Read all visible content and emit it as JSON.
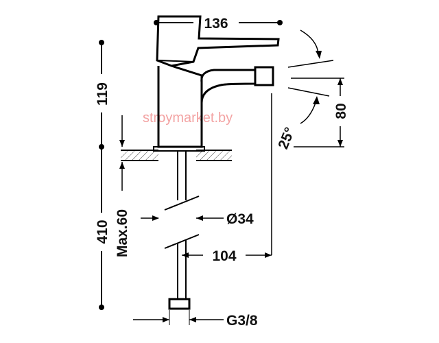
{
  "watermark": "stroymarket.by",
  "dimensions": {
    "width_top": "136",
    "height_upper": "119",
    "height_total": "410",
    "max_thickness": "Max.60",
    "diameter": "Ø34",
    "reach": "104",
    "outlet_height": "80",
    "angle": "25°",
    "thread": "G3/8"
  }
}
